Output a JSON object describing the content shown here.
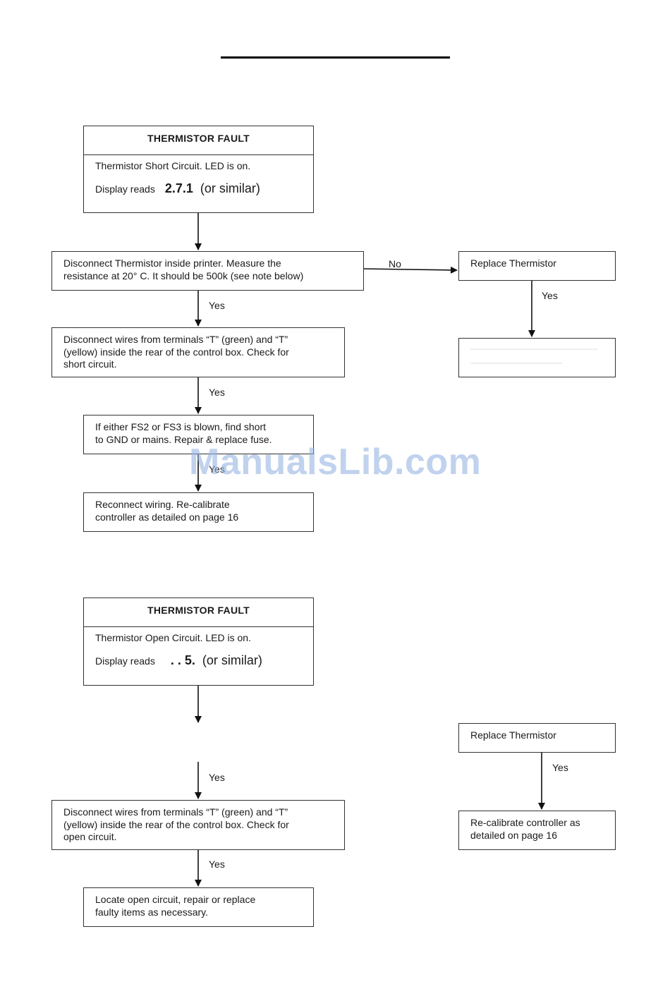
{
  "flowchart_1": {
    "header": {
      "title": "THERMISTOR FAULT",
      "line1": "Thermistor Short Circuit. LED is on.",
      "display_prefix": "Display reads",
      "display_code": "2.7.1",
      "display_suffix": "(or similar)"
    },
    "step1": "Disconnect Thermistor inside printer. Measure the\nresistance at 20° C. It should be 500k  (see note below)",
    "step2": "Disconnect wires from terminals “T” (green) and “T”\n(yellow) inside the rear of the control box. Check for\nshort circuit.",
    "step3": "If either FS2 or FS3 is blown, find short\nto GND or mains. Repair & replace fuse.",
    "step4": "Reconnect wiring. Re-calibrate\ncontroller as detailed on page 16",
    "replace": "Replace Thermistor",
    "labels": {
      "no": "No",
      "yes_replace": "Yes",
      "yes_step2": "Yes",
      "yes_step3": "Yes",
      "yes_step4": "Yes"
    }
  },
  "flowchart_2": {
    "header": {
      "title": "THERMISTOR FAULT",
      "line1": "Thermistor Open Circuit. LED is on.",
      "display_prefix": "Display reads",
      "display_code": ". . 5.",
      "display_suffix": "(or similar)"
    },
    "step2": "Disconnect wires from terminals “T” (green) and “T”\n(yellow) inside the rear of the control box. Check for\nopen circuit.",
    "step3": "Locate open circuit, repair or replace\nfaulty items as necessary.",
    "replace": "Replace Thermistor",
    "recalibrate": "Re-calibrate controller as\ndetailed on page 16",
    "labels": {
      "yes_step2": "Yes",
      "yes_step3": "Yes",
      "yes_recal": "Yes"
    }
  },
  "watermark": "ManualsLib.com"
}
